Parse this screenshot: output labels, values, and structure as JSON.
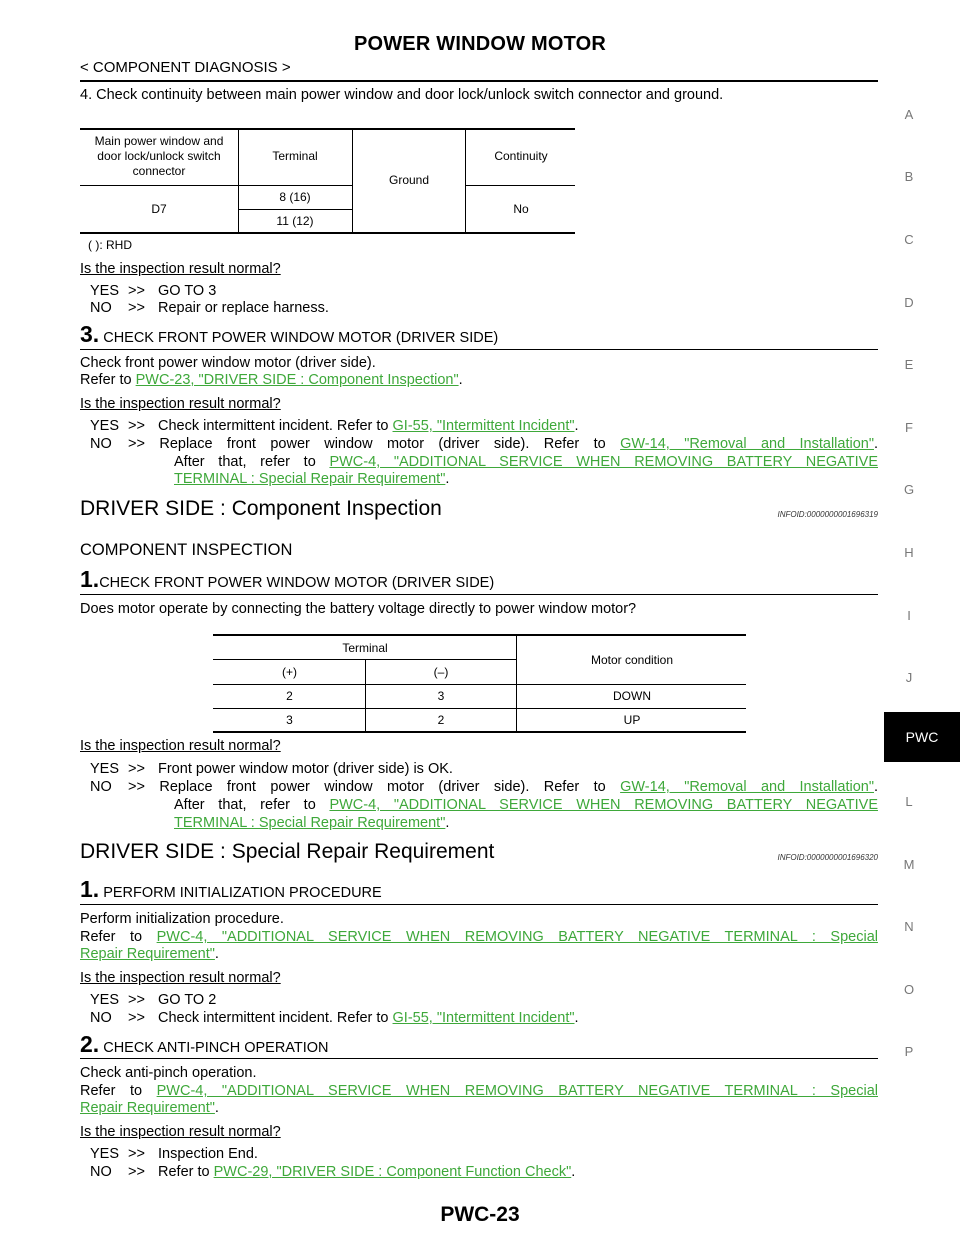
{
  "header": {
    "title": "POWER WINDOW MOTOR",
    "subtitle": "< COMPONENT DIAGNOSIS >"
  },
  "side_index": {
    "letters": [
      "A",
      "B",
      "C",
      "D",
      "E",
      "F",
      "G",
      "H",
      "I",
      "J",
      "L",
      "M",
      "N",
      "O",
      "P"
    ],
    "active_tab": "PWC"
  },
  "step4": {
    "text": "4. Check continuity between main power window and door lock/unlock switch connector and ground."
  },
  "table1": {
    "h_connector": [
      "Main power window and",
      "door lock/unlock switch",
      "connector"
    ],
    "h_terminal": "Terminal",
    "h_ground": "Ground",
    "h_continuity": "Continuity",
    "connector": "D7",
    "terminals": [
      "8 (16)",
      "11 (12)"
    ],
    "continuity": "No",
    "note": "( ): RHD"
  },
  "block1": {
    "question": "Is the inspection result normal?",
    "yes_label": "YES",
    "yes_text": "GO TO 3",
    "no_label": "NO",
    "no_text": "Repair or replace harness.",
    "arrow": ">>"
  },
  "step3": {
    "num": "3.",
    "title": "CHECK FRONT POWER WINDOW MOTOR (DRIVER SIDE)",
    "line1": "Check front power window motor (driver side).",
    "refer_prefix": "Refer to",
    "refer_link": "PWC-23, \"DRIVER SIDE : Component Inspection\"",
    "question": "Is the inspection result normal?",
    "yes_text": "Check intermittent incident. Refer to",
    "yes_link": "GI-55, \"Intermittent Incident\"",
    "no_text": "Replace front power window motor (driver side). Refer to",
    "no_link": "GW-14, \"Removal and Installation\"",
    "after_prefix": "After that, refer to",
    "after_link_1": "PWC-4, \"ADDITIONAL SERVICE WHEN REMOVING BATTERY NEGATIVE",
    "after_link_2": "TERMINAL : Special Repair Requirement\""
  },
  "section1": {
    "heading": "DRIVER SIDE : Component Inspection",
    "infoid": "INFOID:0000000001696319",
    "subheading": "COMPONENT INSPECTION",
    "step_num": "1.",
    "step_title": "CHECK FRONT POWER WINDOW MOTOR (DRIVER SIDE)",
    "question_text": "Does motor operate by connecting the battery voltage directly to power window motor?"
  },
  "table2": {
    "h_terminal": "Terminal",
    "h_plus": "(+)",
    "h_minus": "(–)",
    "h_motor": "Motor condition",
    "rows": [
      {
        "plus": "2",
        "minus": "3",
        "cond": "DOWN"
      },
      {
        "plus": "3",
        "minus": "2",
        "cond": "UP"
      }
    ]
  },
  "block2": {
    "question": "Is the inspection result normal?",
    "yes_text": "Front power window motor (driver side) is OK.",
    "no_text": "Replace front power window motor (driver side). Refer to",
    "no_link": "GW-14, \"Removal and Installation\"",
    "after_prefix": "After that, refer to",
    "after_link_1": "PWC-4, \"ADDITIONAL SERVICE WHEN REMOVING BATTERY NEGATIVE",
    "after_link_2": "TERMINAL : Special Repair Requirement\""
  },
  "section2": {
    "heading": "DRIVER SIDE : Special Repair Requirement",
    "infoid": "INFOID:0000000001696320",
    "s1_num": "1.",
    "s1_title": "PERFORM INITIALIZATION PROCEDURE",
    "s1_line1": "Perform initialization procedure.",
    "s1_refer_prefix": "Refer to",
    "s1_link_1": "PWC-4, \"ADDITIONAL SERVICE WHEN REMOVING BATTERY NEGATIVE TERMINAL : Special",
    "s1_link_2": "Repair Requirement\"",
    "s1_question": "Is the inspection result normal?",
    "s1_yes_text": "GO TO 2",
    "s1_no_text": "Check intermittent incident. Refer to",
    "s1_no_link": "GI-55, \"Intermittent Incident\"",
    "s2_num": "2.",
    "s2_title": "CHECK ANTI-PINCH OPERATION",
    "s2_line1": "Check anti-pinch operation.",
    "s2_refer_prefix": "Refer to",
    "s2_link_1": "PWC-4, \"ADDITIONAL SERVICE WHEN REMOVING BATTERY NEGATIVE TERMINAL : Special",
    "s2_link_2": "Repair Requirement\"",
    "s2_question": "Is the inspection result normal?",
    "s2_yes_text": "Inspection End.",
    "s2_no_text": "Refer to",
    "s2_no_link": "PWC-29, \"DRIVER SIDE : Component Function Check\""
  },
  "footer": {
    "page": "PWC-23"
  }
}
